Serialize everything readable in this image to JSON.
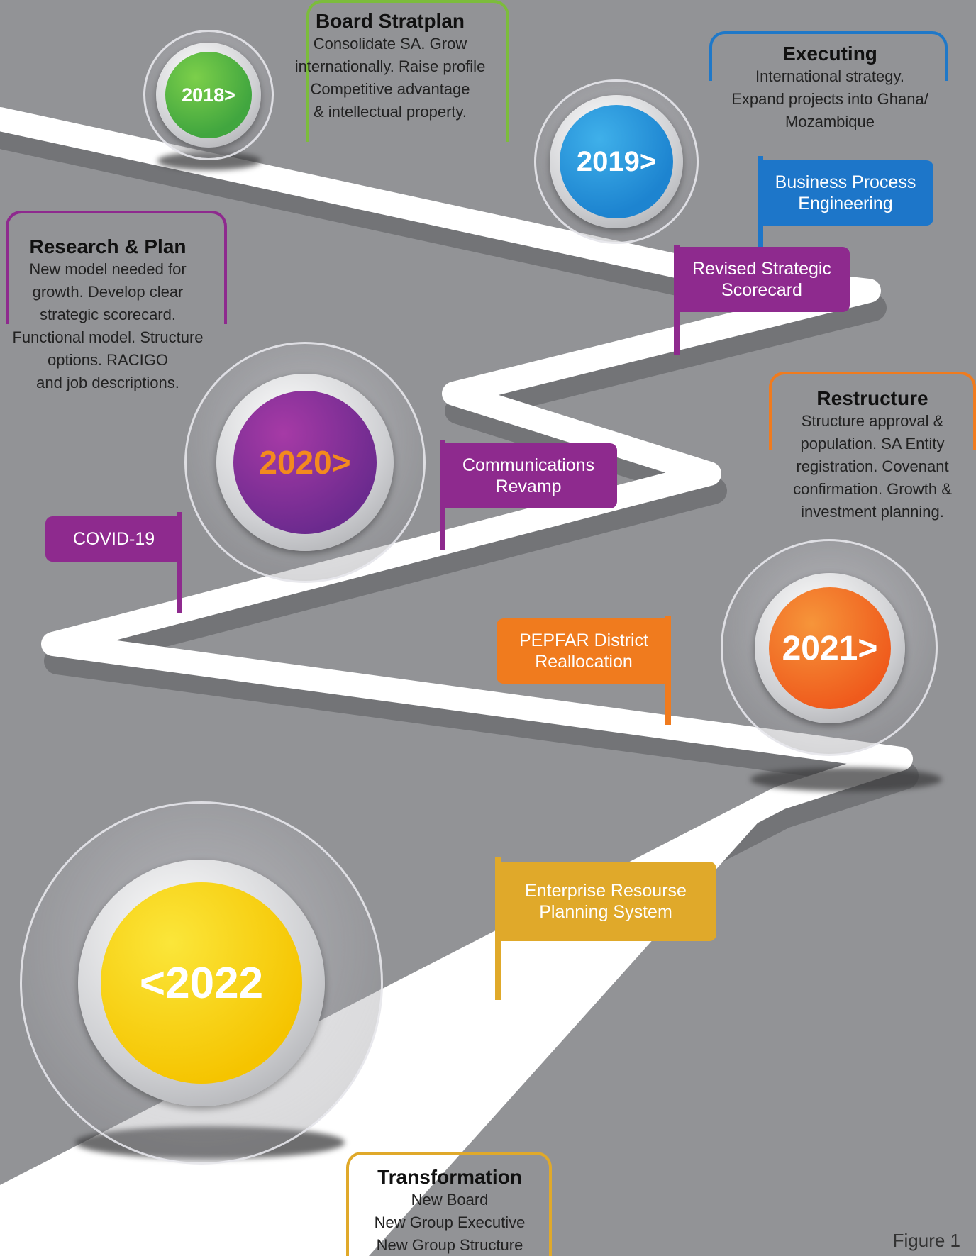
{
  "milestones": [
    {
      "year_label": "2018>",
      "color": "#41a63f"
    },
    {
      "year_label": "2019>",
      "color": "#1d84d0"
    },
    {
      "year_label": "2020>",
      "color": "#8e2a8e",
      "text_color": "#f38a1e"
    },
    {
      "year_label": "2021>",
      "color": "#f26a1b"
    },
    {
      "year_label": "<2022",
      "color": "#f7c600"
    }
  ],
  "notes": {
    "board_stratplan": {
      "title": "Board Stratplan",
      "lines": [
        "Consolidate SA. Grow",
        "internationally. Raise profile",
        "Competitive advantage",
        "& intellectual property."
      ],
      "color": "#7cbc3c"
    },
    "executing": {
      "title": "Executing",
      "lines": [
        "International strategy.",
        "Expand projects into Ghana/",
        "Mozambique"
      ],
      "color": "#1f78c8"
    },
    "research_plan": {
      "title": "Research & Plan",
      "lines": [
        "New model needed for",
        "growth. Develop clear",
        "strategic scorecard.",
        "Functional model. Structure",
        "options. RACIGO",
        "and job descriptions."
      ],
      "color": "#8e2a8e"
    },
    "restructure": {
      "title": "Restructure",
      "lines": [
        "Structure approval &",
        "population. SA Entity",
        "registration. Covenant",
        "confirmation. Growth &",
        "investment planning."
      ],
      "color": "#f07b1e"
    },
    "transformation": {
      "title": "Transformation",
      "lines": [
        "New Board",
        "New Group Executive",
        "New Group Structure"
      ],
      "color": "#e0a92a"
    }
  },
  "flags": [
    {
      "lines": [
        "Business Process",
        "Engineering"
      ],
      "color": "#1d76c9"
    },
    {
      "lines": [
        "Revised Strategic",
        "Scorecard"
      ],
      "color": "#8e2a8e"
    },
    {
      "lines": [
        "Communications",
        "Revamp"
      ],
      "color": "#8e2a8e"
    },
    {
      "lines": [
        "COVID-19"
      ],
      "color": "#8e2a8e"
    },
    {
      "lines": [
        "PEPFAR District",
        "Reallocation"
      ],
      "color": "#f07b1e"
    },
    {
      "lines": [
        "Enterprise Resourse",
        "Planning System"
      ],
      "color": "#e0a92a"
    }
  ],
  "figure_label": "Figure 1",
  "colors": {
    "background": "#929396",
    "road": "#ffffff",
    "road_shadow": "#737477"
  }
}
